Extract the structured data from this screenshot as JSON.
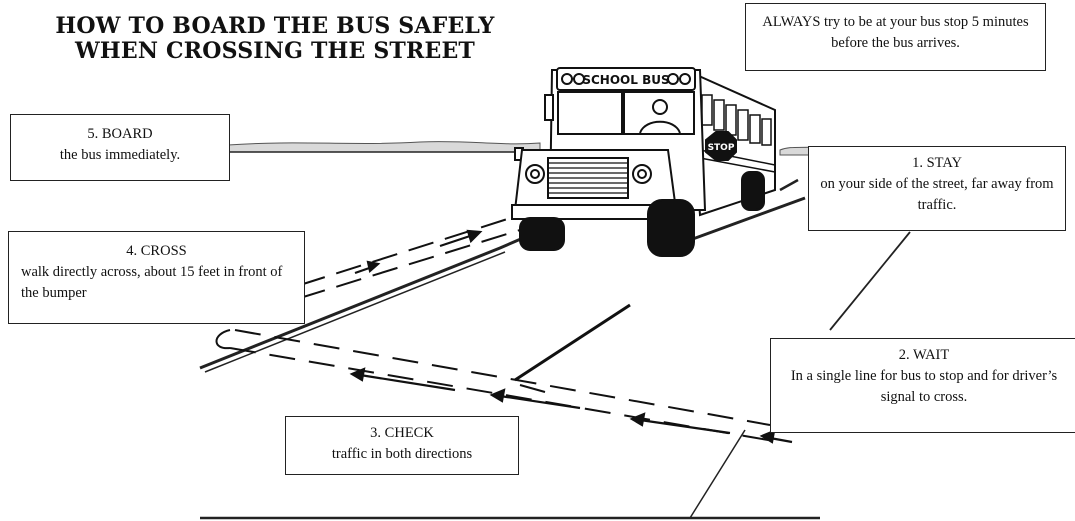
{
  "title": {
    "line1": "HOW TO BOARD THE BUS SAFELY",
    "line2": "WHEN CROSSING THE STREET"
  },
  "bus": {
    "sign_text": "SCHOOL BUS",
    "stop_sign_text": "STOP"
  },
  "notes": {
    "always": "ALWAYS try to be at your bus stop 5 minutes before the bus arrives.",
    "board": {
      "heading": "5. BOARD",
      "text": "the bus immediately."
    },
    "stay": {
      "heading": "1. STAY",
      "text": "on your side of the street, far away from traffic."
    },
    "cross": {
      "heading": "4. CROSS",
      "text": "walk directly across, about 15 feet in front of the bumper"
    },
    "wait": {
      "heading": "2. WAIT",
      "text": "In a single line for bus to stop and for driver’s signal to cross."
    },
    "check": {
      "heading": "3. CHECK",
      "text": "traffic in both directions"
    }
  },
  "colors": {
    "ink": "#111111",
    "background": "#ffffff",
    "road": "#ffffff"
  }
}
